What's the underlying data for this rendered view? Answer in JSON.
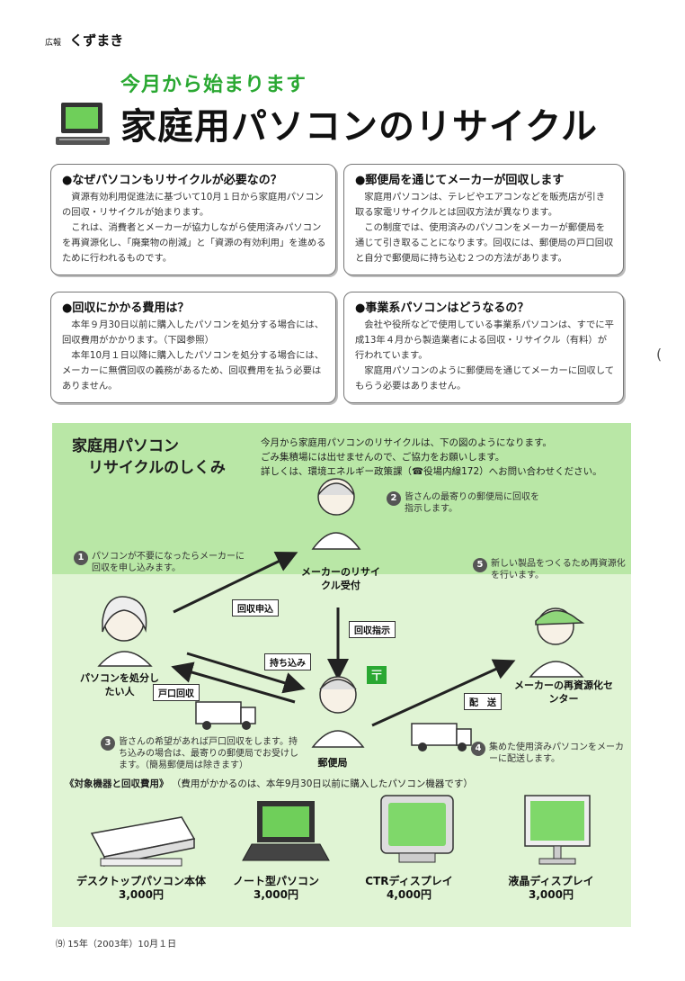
{
  "masthead": {
    "prefix": "広報",
    "name": "くずまき"
  },
  "header": {
    "subtitle": "今月から始まります",
    "title": "家庭用パソコンのリサイクル"
  },
  "boxes": [
    {
      "heading": "●なぜパソコンもリサイクルが必要なの？",
      "paragraphs": [
        "資源有効利用促進法に基づいて10月１日から家庭用パソコンの回収・リサイクルが始まります。",
        "これは、消費者とメーカーが協力しながら使用済みパソコンを再資源化し、「廃棄物の削減」と「資源の有効利用」を進めるために行われるものです。"
      ]
    },
    {
      "heading": "●郵便局を通じてメーカーが回収します",
      "paragraphs": [
        "家庭用パソコンは、テレビやエアコンなどを販売店が引き取る家電リサイクルとは回収方法が異なります。",
        "この制度では、使用済みのパソコンをメーカーが郵便局を通じて引き取ることになります。回収には、郵便局の戸口回収と自分で郵便局に持ち込む２つの方法があります。"
      ]
    },
    {
      "heading": "●回収にかかる費用は？",
      "paragraphs": [
        "本年９月30日以前に購入したパソコンを処分する場合には、回収費用がかかります。（下図参照）",
        "本年10月１日以降に購入したパソコンを処分する場合には、メーカーに無償回収の義務があるため、回収費用を払う必要はありません。"
      ]
    },
    {
      "heading": "●事業系パソコンはどうなるの？",
      "paragraphs": [
        "会社や役所などで使用している事業系パソコンは、すでに平成13年４月から製造業者による回収・リサイクル（有料）が行われています。",
        "家庭用パソコンのように郵便局を通じてメーカーに回収してもらう必要はありません。"
      ]
    }
  ],
  "diagram": {
    "title_line1": "家庭用パソコン",
    "title_line2": "リサイクルのしくみ",
    "intro_line1": "今月から家庭用パソコンのリサイクルは、下の図のようになります。",
    "intro_line2": "ごみ集積場には出せませんので、ご協力をお願いします。",
    "intro_line3": "詳しくは、環境エネルギー政策課（☎役場内線172）へお問い合わせください。",
    "steps": [
      {
        "num": "1",
        "text": "パソコンが不要になったらメーカーに回収を申し込みます。"
      },
      {
        "num": "2",
        "text": "皆さんの最寄りの郵便局に回収を指示します。"
      },
      {
        "num": "3",
        "text": "皆さんの希望があれば戸口回収をします。持ち込みの場合は、最寄りの郵便局でお受けします。（簡易郵便局は除きます）"
      },
      {
        "num": "4",
        "text": "集めた使用済みパソコンをメーカーに配送します。"
      },
      {
        "num": "5",
        "text": "新しい製品をつくるため再資源化を行います。"
      }
    ],
    "actors": {
      "maker_reception": "メーカーのリサイクル受付",
      "person": "パソコンを処分したい人",
      "post_office": "郵便局",
      "recycle_center": "メーカーの再資源化センター"
    },
    "tags": {
      "apply": "回収申込",
      "instruct": "回収指示",
      "bring": "持ち込み",
      "door": "戸口回収",
      "deliver": "配　送"
    },
    "equipment_heading_bold": "《対象機器と回収費用》",
    "equipment_heading_note": "（費用がかかるのは、本年9月30日以前に購入したパソコン機器です）",
    "equipment": [
      {
        "name": "デスクトップパソコン本体",
        "price": "3,000円"
      },
      {
        "name": "ノート型パソコン",
        "price": "3,000円"
      },
      {
        "name": "CTRディスプレイ",
        "price": "4,000円"
      },
      {
        "name": "液晶ディスプレイ",
        "price": "3,000円"
      }
    ]
  },
  "footer": {
    "page": "⑼",
    "date": "15年（2003年）10月１日"
  },
  "colors": {
    "accent_green": "#2aa832",
    "panel_green": "#b9e7a6",
    "panel_light": "#e0f4d4"
  }
}
